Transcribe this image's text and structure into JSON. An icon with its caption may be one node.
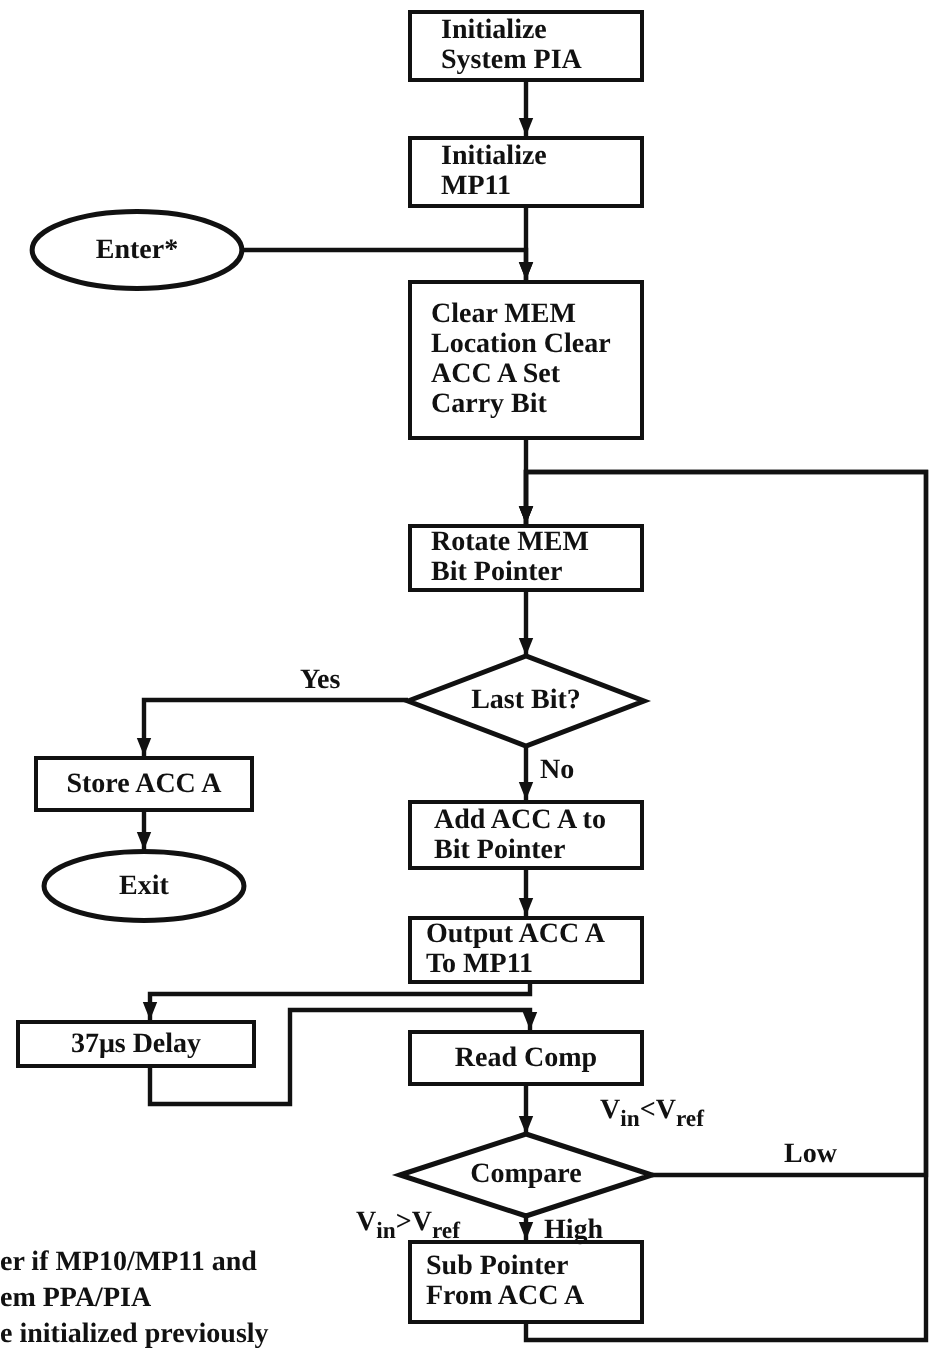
{
  "diagram": {
    "nodes": [
      {
        "text": [
          "Initialize System PIA"
        ]
      },
      {
        "text": [
          "Initialize MP11"
        ]
      },
      {
        "text": [
          "Enter*"
        ]
      },
      {
        "text": [
          "Clear MEM Location Clear ACC A Set Carry Bit"
        ]
      },
      {
        "text": [
          "Rotate MEM Bit Pointer"
        ]
      },
      {
        "text": [
          "Last Bit?"
        ]
      },
      {
        "text": [
          "Store ACC A"
        ]
      },
      {
        "text": [
          "Exit"
        ]
      },
      {
        "text": [
          "Add ACC A to Bit Pointer"
        ]
      },
      {
        "text": [
          "Output ACC A To MP11"
        ]
      },
      {
        "text": [
          "37μs Delay"
        ]
      },
      {
        "text": [
          "Read Comp"
        ]
      },
      {
        "text": [
          "Compare"
        ]
      },
      {
        "text": [
          "Sub Pointer From ACC A"
        ]
      }
    ],
    "edges": [
      {
        "from": 0,
        "to": 1,
        "arrow": "to"
      },
      {
        "from": 1,
        "to": 3,
        "arrow": "to"
      },
      {
        "from": 2,
        "to": 3,
        "arrow": "to"
      },
      {
        "from": 3,
        "to": 4,
        "arrow": "to"
      },
      {
        "from": 4,
        "to": 5,
        "arrow": "to"
      },
      {
        "from": 5,
        "to": 6,
        "arrow": "to",
        "label": "Yes"
      },
      {
        "from": 6,
        "to": 7,
        "arrow": "to"
      },
      {
        "from": 5,
        "to": 8,
        "arrow": "to",
        "label": "No"
      },
      {
        "from": 8,
        "to": 9,
        "arrow": "to"
      },
      {
        "from": 9,
        "to": 10,
        "arrow": "to"
      },
      {
        "from": 10,
        "to": 11,
        "arrow": "to"
      },
      {
        "from": 11,
        "to": 12,
        "arrow": "to"
      },
      {
        "from": 12,
        "to": 13,
        "arrow": "to",
        "label": "High"
      },
      {
        "from": 12,
        "to": 4,
        "arrow": "to",
        "label": "Low"
      },
      {
        "from": 13,
        "to": 4,
        "arrow": "to"
      }
    ],
    "labels": [
      "V$_{in}$<V$_{ref}$",
      "V$_{in}$>V$_{ref}$",
      "er if MP10/MP11 and",
      "em PPA/PIA",
      "e initialized previously"
    ]
  }
}
